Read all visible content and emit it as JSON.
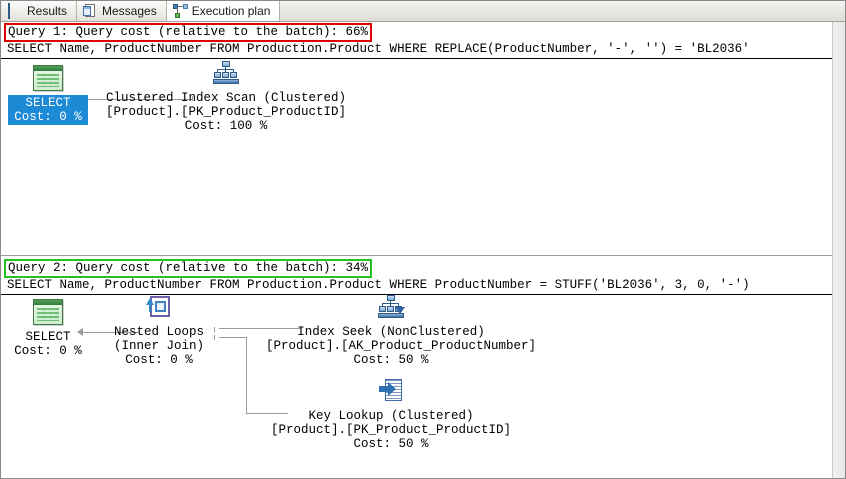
{
  "tabs": [
    {
      "label": "Results",
      "icon": "results-grid-icon",
      "active": false
    },
    {
      "label": "Messages",
      "icon": "messages-document-icon",
      "active": false
    },
    {
      "label": "Execution plan",
      "icon": "execution-plan-icon",
      "active": true
    }
  ],
  "colors": {
    "annotation_query1": "#e00000",
    "annotation_query2": "#22c322",
    "selection_highlight": "#1d8ad6",
    "connector": "#9a9a9a"
  },
  "queries": [
    {
      "header": "Query 1: Query cost (relative to the batch): 66%",
      "cost_percent": "66%",
      "annotation_color": "#e00000",
      "sql": "SELECT Name, ProductNumber FROM Production.Product WHERE REPLACE(ProductNumber, '-', '') = 'BL2036'",
      "nodes": [
        {
          "id": "q1-select",
          "icon": "select-operator-icon",
          "name": "SELECT",
          "cost": "Cost: 0 %",
          "selected": true
        },
        {
          "id": "q1-clustered-index-scan",
          "icon": "clustered-index-scan-icon",
          "name": "Clustered Index Scan (Clustered)",
          "object": "[Product].[PK_Product_ProductID]",
          "cost": "Cost: 100 %",
          "selected": false
        }
      ]
    },
    {
      "header": "Query 2: Query cost (relative to the batch): 34%",
      "cost_percent": "34%",
      "annotation_color": "#22c322",
      "sql": "SELECT Name, ProductNumber FROM Production.Product WHERE ProductNumber = STUFF('BL2036', 3, 0, '-')",
      "nodes": [
        {
          "id": "q2-select",
          "icon": "select-operator-icon",
          "name": "SELECT",
          "cost": "Cost: 0 %",
          "selected": false
        },
        {
          "id": "q2-nested-loops",
          "icon": "nested-loops-icon",
          "name": "Nested Loops",
          "subtitle": "(Inner Join)",
          "cost": "Cost: 0 %",
          "selected": false
        },
        {
          "id": "q2-index-seek",
          "icon": "index-seek-icon",
          "name": "Index Seek (NonClustered)",
          "object": "[Product].[AK_Product_ProductNumber]",
          "cost": "Cost: 50 %",
          "selected": false
        },
        {
          "id": "q2-key-lookup",
          "icon": "key-lookup-icon",
          "name": "Key Lookup (Clustered)",
          "object": "[Product].[PK_Product_ProductID]",
          "cost": "Cost: 50 %",
          "selected": false
        }
      ]
    }
  ]
}
